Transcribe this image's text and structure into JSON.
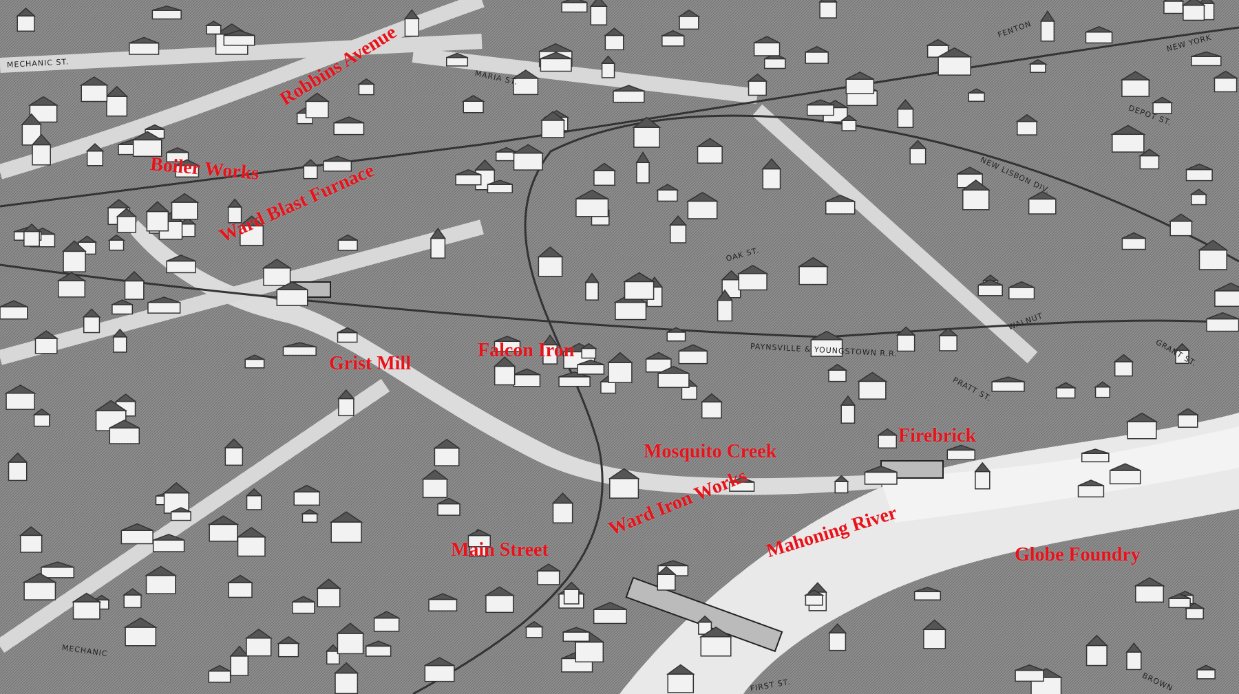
{
  "labels": {
    "robbins_avenue": "Robbins Avenue",
    "boiler_works": "Boiler Works",
    "ward_blast_furnace": "Ward Blast Furnace",
    "grist_mill": "Grist Mill",
    "falcon_iron": "Falcon Iron",
    "mosquito_creek": "Mosquito Creek",
    "firebrick": "Firebrick",
    "ward_iron_works": "Ward Iron Works",
    "mahoning_river": "Mahoning River",
    "main_street": "Main Street",
    "globe_foundry": "Globe Foundry"
  },
  "label_angles_deg": {
    "robbins_avenue": -32,
    "boiler_works": 5,
    "ward_blast_furnace": -24,
    "ward_iron_works": -22,
    "mahoning_river": -17
  },
  "label_color": "#e8121a",
  "streets": {
    "mechanic_st": "MECHANIC ST.",
    "maria_st": "MARIA ST.",
    "new_lisbon_div": "NEW LISBON DIV.",
    "oak_st": "OAK ST.",
    "walnut": "WALNUT",
    "railroad": "PAYNSVILLE & YOUNGSTOWN R.R.",
    "pratt_st": "PRATT ST.",
    "depot_st": "DEPOT ST.",
    "new_york": "NEW YORK",
    "fenton": "FENTON",
    "grant_st": "GRANT ST.",
    "mechanic": "MECHANIC",
    "first_st": "FIRST ST.",
    "brown": "BROWN"
  }
}
